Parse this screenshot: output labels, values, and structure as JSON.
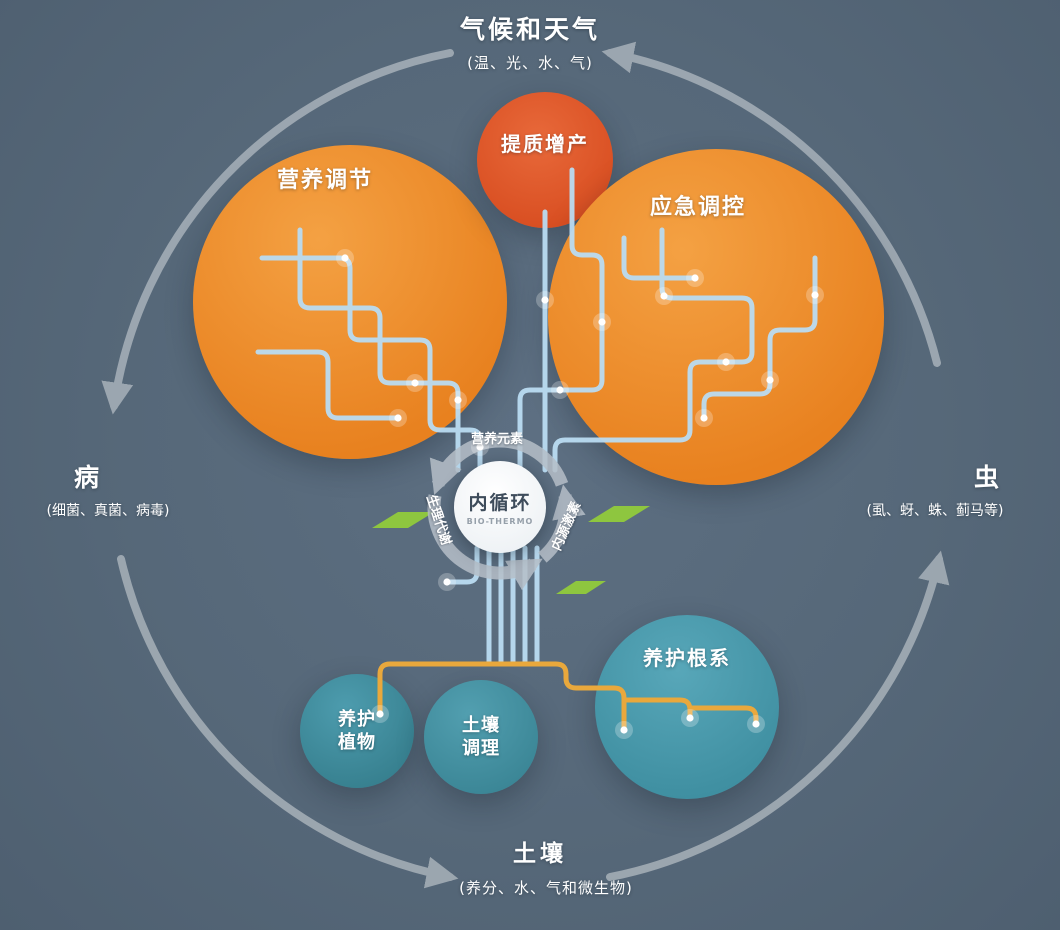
{
  "colors": {
    "background": "#566879",
    "cycle_arrow_gray": "#a3adb6",
    "bubble_orange": "#ee8b28",
    "bubble_deep_orange": "#e05a2b",
    "bubble_teal": "#3f8fa1",
    "trace_blue": "#badcf2",
    "root_orange": "#e9a83c",
    "ring_gray": "#b6bfc8",
    "leaf_green": "#8ec63f",
    "hub_white": "#ffffff"
  },
  "cycle": {
    "top": {
      "title": "气候和天气",
      "subtitle": "(温、光、水、气)"
    },
    "left": {
      "title": "病",
      "subtitle": "(细菌、真菌、病毒)"
    },
    "right": {
      "title": "虫",
      "subtitle": "(虱、蚜、蛛、蓟马等)"
    },
    "bottom": {
      "title": "土壤",
      "subtitle": "(养分、水、气和微生物)"
    }
  },
  "bubbles": {
    "nutrition": {
      "label": "营养调节"
    },
    "quality": {
      "label": "提质增产"
    },
    "emergency": {
      "label": "应急调控"
    },
    "plant_care": {
      "line1": "养护",
      "line2": "植物"
    },
    "soil_conditioning": {
      "line1": "土壤",
      "line2": "调理"
    },
    "root_care": {
      "label": "养护根系"
    }
  },
  "hub": {
    "title": "内循环",
    "subtitle": "BIO-THERMO",
    "ring_labels": {
      "top": "营养元素",
      "left": "生理代谢",
      "right": "内源激素"
    }
  }
}
